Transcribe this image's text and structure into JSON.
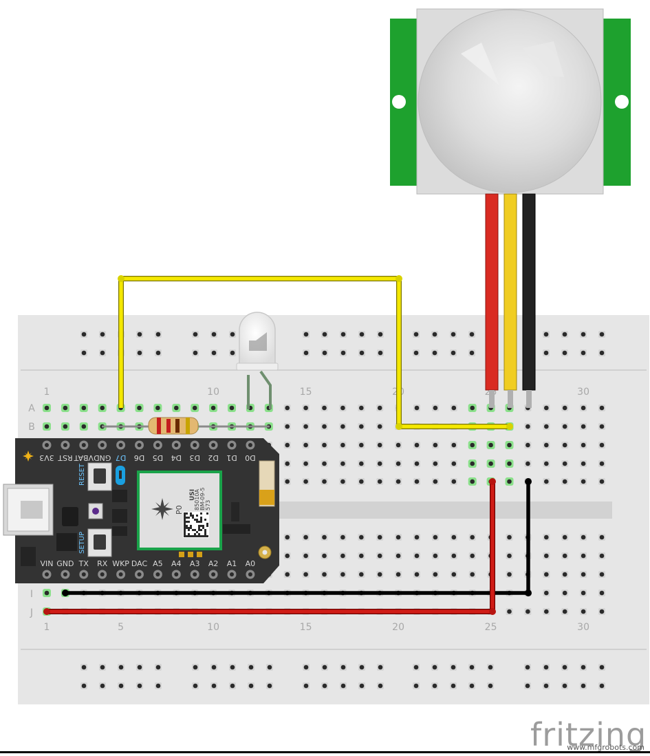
{
  "breadboard": {
    "row_labels_top": [
      "A",
      "B"
    ],
    "row_labels_bottom": [
      "I",
      "J"
    ],
    "column_numbers": [
      "1",
      "5",
      "10",
      "15",
      "20",
      "25",
      "30"
    ]
  },
  "board": {
    "top_pins": [
      "3V3",
      "RST",
      "VBAT",
      "GND",
      "D7",
      "D6",
      "D5",
      "D4",
      "D3",
      "D2",
      "D1",
      "D0"
    ],
    "bottom_pins": [
      "VIN",
      "GND",
      "TX",
      "RX",
      "WKP",
      "DAC",
      "A5",
      "A4",
      "A3",
      "A2",
      "A1",
      "A0"
    ],
    "reset_label": "RESET",
    "setup_label": "SETUP",
    "module": {
      "name": "P0",
      "brand": "USI",
      "line1": "85010A",
      "line2": "BM-09-5",
      "line3": "573"
    }
  },
  "branding": {
    "logo": "fritzing",
    "watermark": "www.mfgrobots.com"
  },
  "colors": {
    "breadboard": "#e6e6e6",
    "board": "#333333",
    "pir_green": "#1ea12e",
    "wire_yellow": "#f4e800",
    "wire_red": "#d01c16",
    "wire_black": "#1a1a1a",
    "led_tab_blue": "#1aa0e0"
  }
}
